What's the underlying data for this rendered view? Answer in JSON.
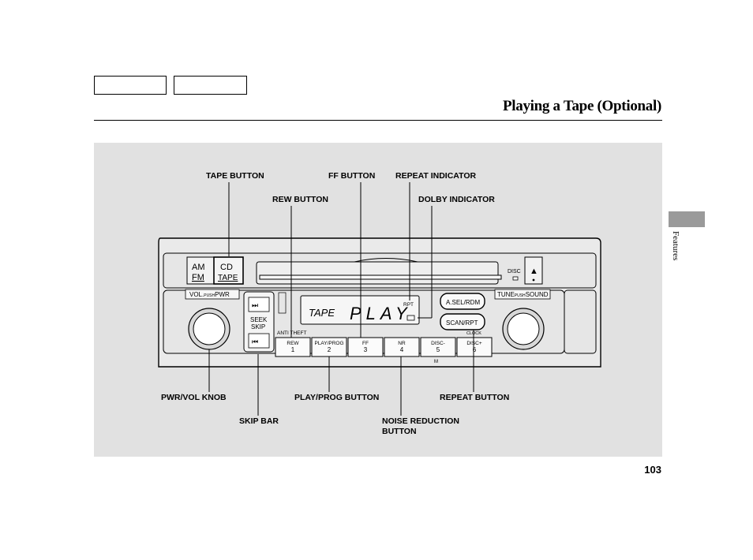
{
  "page": {
    "title": "Playing a Tape (Optional)",
    "section": "Features",
    "number": "103"
  },
  "callouts": {
    "tape_button": "TAPE BUTTON",
    "ff_button": "FF BUTTON",
    "repeat_indicator": "REPEAT INDICATOR",
    "rew_button": "REW BUTTON",
    "dolby_indicator": "DOLBY INDICATOR",
    "pwr_vol_knob": "PWR/VOL KNOB",
    "play_prog_button": "PLAY/PROG BUTTON",
    "repeat_button": "REPEAT BUTTON",
    "skip_bar": "SKIP BAR",
    "noise_reduction_line1": "NOISE REDUCTION",
    "noise_reduction_line2": "BUTTON"
  },
  "radio": {
    "am": "AM",
    "fm": "FM",
    "cd": "CD",
    "tape": "TAPE",
    "disc": "DISC",
    "vol_label": "VOL.",
    "push_small": "PUSH",
    "pwr": "PWR",
    "seek": "SEEK",
    "skip": "SKIP",
    "anti_theft": "ANTI",
    "theft": "THEFT",
    "display_mode": "TAPE",
    "display_main": "PLAY",
    "rpt": "RPT",
    "asel_rdm": "A.SEL/RDM",
    "scan_rpt": "SCAN/RPT",
    "tune": "TUNE",
    "sound": "SOUND",
    "clock": "CLOCK",
    "m_label": "M",
    "presets": [
      {
        "label": "REW",
        "num": "1"
      },
      {
        "label": "PLAY/PROG",
        "num": "2"
      },
      {
        "label": "FF",
        "num": "3"
      },
      {
        "label": "NR",
        "num": "4"
      },
      {
        "label": "DISC-",
        "num": "5"
      },
      {
        "label": "DISC+",
        "num": "6"
      }
    ]
  }
}
